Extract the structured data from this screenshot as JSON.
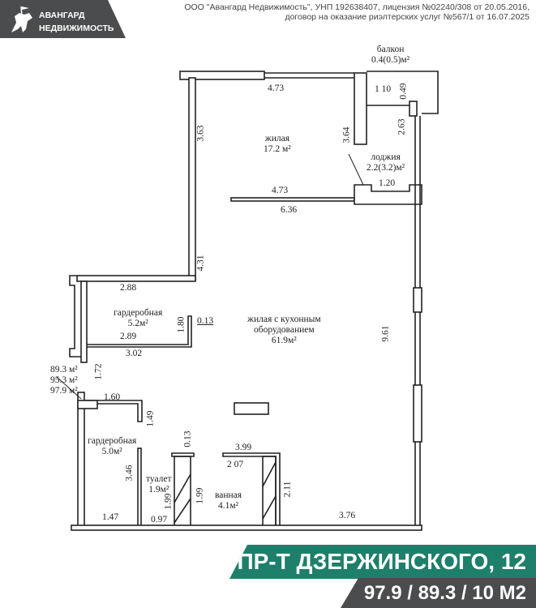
{
  "header": {
    "brand_line1": "АВАНГАРД",
    "brand_line2": "НЕДВИЖИМОСТЬ",
    "legal_line1": "ООО \"Авангард Недвижимость\", УНП 192638407, лицензия №02240/308 от 20.05.2016,",
    "legal_line2": "договор на оказание риэлтерских услуг №567/1 от 16.07.2025",
    "brand_color": "#4b4c4d"
  },
  "plan": {
    "rooms": [
      {
        "name": "балкон",
        "area": "0.4(0.5)м²"
      },
      {
        "name": "жилая",
        "area": "17.2 м²"
      },
      {
        "name": "лоджия",
        "area": "2.2(3.2)м²"
      },
      {
        "name1": "жилая с кухонным",
        "name2": "оборудованием",
        "area": "61.9м²"
      },
      {
        "name": "гардеробная",
        "area": "5.2м²"
      },
      {
        "name": "гардеробная",
        "area": "5.0м²"
      },
      {
        "name": "туалет",
        "area": "1.9м²"
      },
      {
        "name": "ванная",
        "area": "4.1м²"
      }
    ],
    "totals": [
      "89.3 м²",
      "95.3 м²",
      "97.9 м²"
    ],
    "dims": {
      "d473a": "4.73",
      "d110": "1 10",
      "d049": "0.49",
      "d363": "3.63",
      "d364": "3.64",
      "d263": "2.63",
      "d120": "1.20",
      "d473b": "4.73",
      "d636": "6.36",
      "d431": "4.31",
      "d288": "2.88",
      "d180": "1.80",
      "d013a": "0.13",
      "d289": "2.89",
      "d302": "3.02",
      "d961": "9.61",
      "d172": "1.72",
      "d160": "1.60",
      "d149": "1.49",
      "d013b": "0.13",
      "d399": "3.99",
      "d207": "2 07",
      "d346": "3.46",
      "d199a": "1.99",
      "d199b": "1.99",
      "d211": "2.11",
      "d147": "1.47",
      "d097": "0.97",
      "d376": "3.76"
    }
  },
  "banner": {
    "address": "ПР-Т ДЗЕРЖИНСКОГО, 12",
    "areas": "97.9 / 89.3 / 10 М2",
    "accent": "#1e7f6a"
  }
}
